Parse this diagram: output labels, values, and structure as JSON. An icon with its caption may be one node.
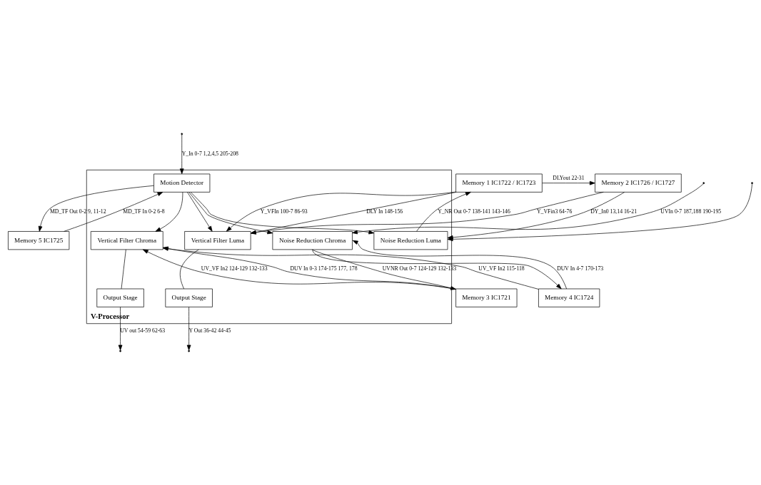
{
  "diagram": {
    "nodes": [
      {
        "text": [
          "V-Processor"
        ]
      },
      {
        "text": [
          "Memory 1 IC1722 / IC1723"
        ]
      },
      {
        "text": [
          "Memory 2 IC1726 / IC1727"
        ]
      },
      {
        "text": [
          "Memory 5 IC1725"
        ]
      },
      {
        "text": [
          "Noise Reduction Luma"
        ],
        "in": 0
      },
      {
        "text": [
          "Motion Detector"
        ],
        "in": 0
      },
      {
        "text": [
          "Vertical Filter Luma"
        ],
        "in": 0
      },
      {
        "text": [
          "Vertical Filter Chroma"
        ],
        "in": 0
      },
      {
        "text": [
          "Output Stage"
        ],
        "in": 0
      },
      {
        "text": [
          "Output Stage"
        ],
        "in": 0
      },
      {
        "text": [
          "Noise Reduction Chroma"
        ],
        "in": 0
      },
      {
        "text": [
          "Memory 3 IC1721"
        ]
      },
      {
        "text": [
          "Memory 4 IC1724"
        ]
      }
    ],
    "edges": [
      {
        "from": null,
        "to": 5,
        "arrow": "to",
        "label": "Y_In 0-7 1,2,4,5 205-208"
      },
      {
        "from": null,
        "to": 4,
        "arrow": "to"
      },
      {
        "from": 4,
        "to": 1,
        "arrow": "to",
        "label": "Y_NR Out 0-7 138-141 143-146"
      },
      {
        "from": 1,
        "to": 6,
        "arrow": "to",
        "label": "Y_VFIn 100-7 86-93"
      },
      {
        "from": 1,
        "to": 6,
        "arrow": "to",
        "label": "DLY In 148-156"
      },
      {
        "from": 1,
        "to": 2,
        "arrow": "to",
        "label": "DLYout 22-31"
      },
      {
        "from": 2,
        "to": 6,
        "arrow": "to",
        "label": "Y_VFin3 64-76"
      },
      {
        "from": 2,
        "to": 4,
        "arrow": "to",
        "label": "DY_In0 13,14 16-21"
      },
      {
        "from": 5,
        "to": 3,
        "arrow": "to",
        "label": "MD_TF Out 0-2 9, 11-12"
      },
      {
        "from": 3,
        "to": 5,
        "arrow": "to",
        "label": "MD_TF In 0-2 6-8"
      },
      {
        "from": 5,
        "to": 4,
        "arrow": "to"
      },
      {
        "from": 5,
        "to": 10,
        "arrow": "to"
      },
      {
        "from": 5,
        "to": 6,
        "arrow": "to"
      },
      {
        "from": 5,
        "to": 7,
        "arrow": "to"
      },
      {
        "from": 6,
        "to": 8,
        "arrow": "none"
      },
      {
        "from": 7,
        "to": 9,
        "arrow": "none"
      },
      {
        "from": 8,
        "to": null,
        "arrow": "to",
        "label": "Y Out 36-42 44-45"
      },
      {
        "from": 9,
        "to": null,
        "arrow": "to",
        "label": "UV out 54-59 62-63"
      },
      {
        "from": null,
        "to": 10,
        "arrow": "to",
        "label": "UVIn 0-7 187,188 190-195"
      },
      {
        "from": 10,
        "to": 11,
        "arrow": "to",
        "label": "UVNR Out 0-7 124-129 132-133"
      },
      {
        "from": 10,
        "to": 12,
        "arrow": "to"
      },
      {
        "from": 11,
        "to": 7,
        "arrow": "to",
        "label": "UV_VF In2 124-129 132-133"
      },
      {
        "from": 11,
        "to": 7,
        "arrow": "to",
        "label": "DUV In 0-3 174-175 177, 178"
      },
      {
        "from": 12,
        "to": 7,
        "arrow": "to",
        "label": "UV_VF In2 115-118"
      },
      {
        "from": 12,
        "to": 10,
        "arrow": "to",
        "label": "DUV In 4-7 170-173"
      }
    ]
  }
}
